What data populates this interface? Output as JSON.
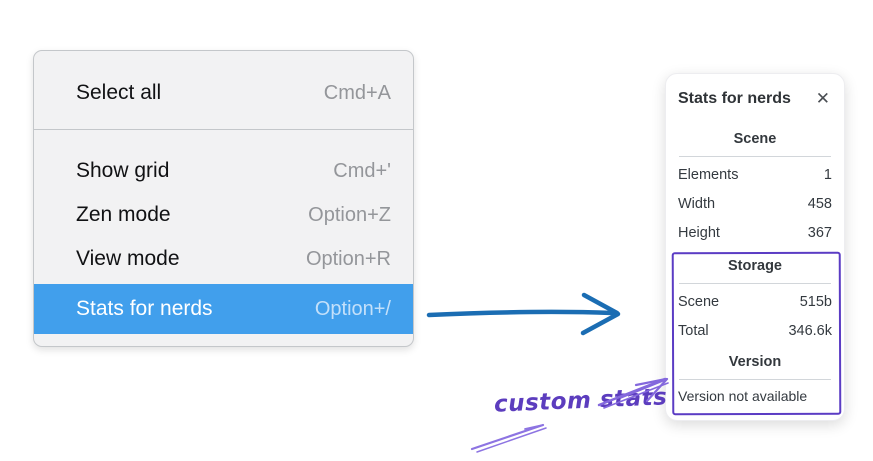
{
  "menu": {
    "groups": [
      {
        "items": [
          {
            "label": "Select all",
            "shortcut": "Cmd+A",
            "highlighted": false
          }
        ]
      },
      {
        "items": [
          {
            "label": "Show grid",
            "shortcut": "Cmd+'",
            "highlighted": false
          },
          {
            "label": "Zen mode",
            "shortcut": "Option+Z",
            "highlighted": false
          },
          {
            "label": "View mode",
            "shortcut": "Option+R",
            "highlighted": false
          },
          {
            "label": "Stats for nerds",
            "shortcut": "Option+/",
            "highlighted": true
          }
        ]
      }
    ]
  },
  "stats_panel": {
    "title": "Stats for nerds",
    "close_icon": "✕",
    "sections": [
      {
        "heading": "Scene",
        "rows": [
          {
            "label": "Elements",
            "value": "1"
          },
          {
            "label": "Width",
            "value": "458"
          },
          {
            "label": "Height",
            "value": "367"
          }
        ]
      },
      {
        "heading": "Storage",
        "rows": [
          {
            "label": "Scene",
            "value": "515b"
          },
          {
            "label": "Total",
            "value": "346.6k"
          }
        ]
      },
      {
        "heading": "Version",
        "note": "Version not available"
      }
    ]
  },
  "annotation": {
    "label": "custom stats"
  },
  "colors": {
    "menu_highlight": "#419fec",
    "menu_highlight_text": "#ffffff",
    "menu_shortcut": "#94969a",
    "flow_arrow_blue": "#1b6db3",
    "annotation_purple": "#5b3cc4",
    "annotation_arrow_purple": "#8468dd"
  }
}
